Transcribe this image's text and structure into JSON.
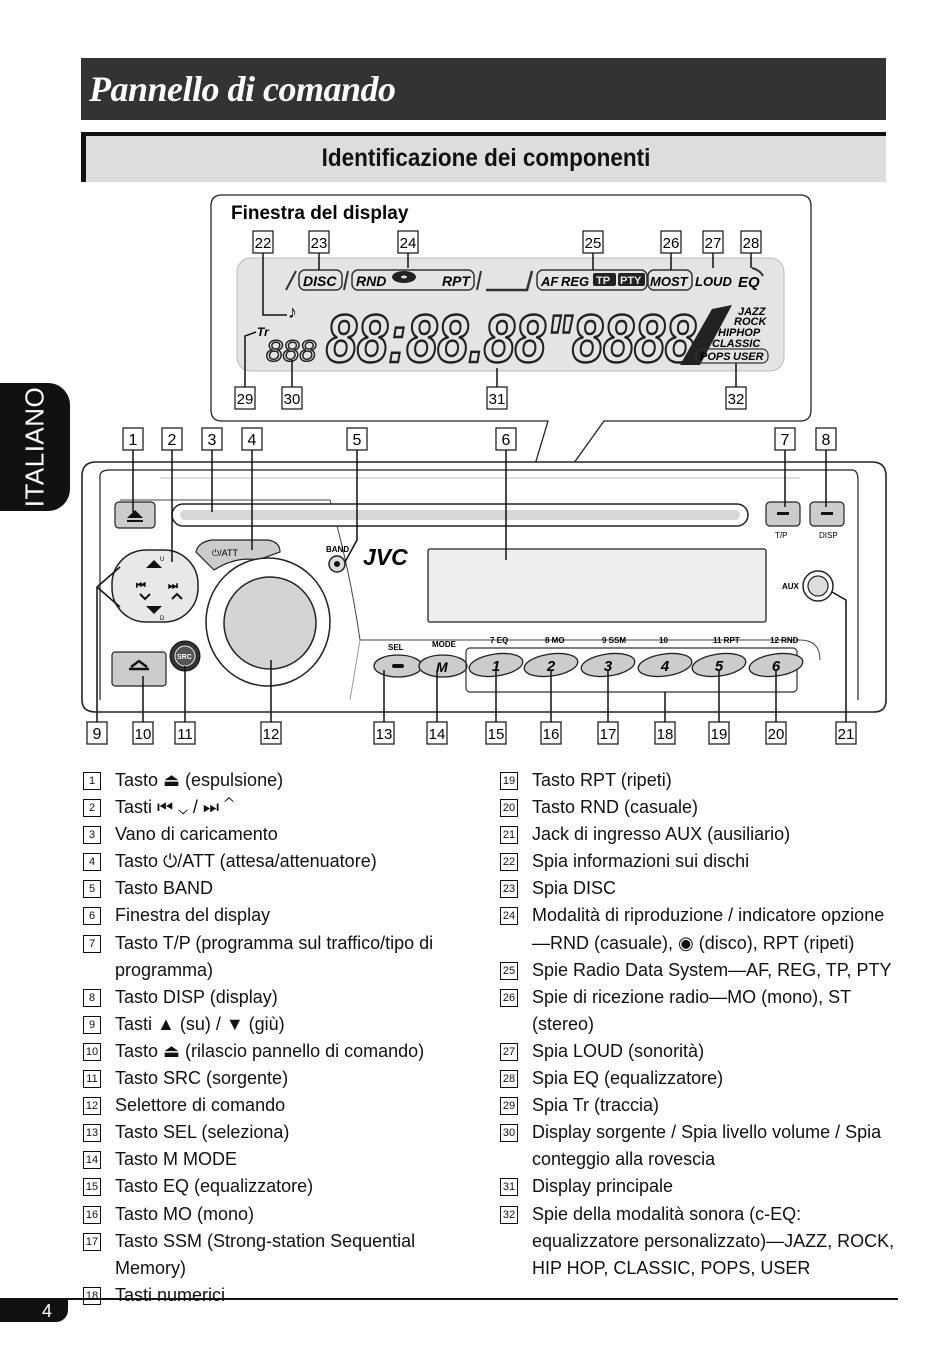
{
  "page": {
    "title": "Pannello di comando",
    "section_title": "Identificazione dei componenti",
    "side_tab": "ITALIANO",
    "page_number": "4"
  },
  "display_window": {
    "label": "Finestra del display",
    "numbers_top": [
      "22",
      "23",
      "24",
      "25",
      "26",
      "27",
      "28"
    ],
    "numbers_bottom": [
      "29",
      "30",
      "31",
      "32"
    ],
    "indicators": {
      "disc": "DISC",
      "rnd": "RND",
      "rpt": "RPT",
      "af": "AF",
      "reg": "REG",
      "tp": "TP",
      "pty": "PTY",
      "most": "MOST",
      "loud": "LOUD",
      "eq": "EQ",
      "tr": "Tr",
      "source_digits": "888",
      "main_digits": "88:88.88\"8888",
      "sound_modes": [
        "JAZZ",
        "ROCK",
        "HIPHOP",
        "CLASSIC",
        "POPS",
        "USER"
      ]
    }
  },
  "unit": {
    "numbers_top": [
      "1",
      "2",
      "3",
      "4",
      "5",
      "6",
      "7",
      "8"
    ],
    "numbers_bottom": [
      "9",
      "10",
      "11",
      "12",
      "13",
      "14",
      "15",
      "16",
      "17",
      "18",
      "19",
      "20",
      "21"
    ],
    "labels": {
      "att": "⏻/ATT",
      "band": "BAND",
      "brand": "JVC",
      "tp": "T/P",
      "disp": "DISP",
      "aux": "AUX",
      "src": "SRC",
      "sel": "SEL",
      "mode": "MODE",
      "u": "U",
      "d": "D"
    },
    "preset_labels": [
      "7 EQ",
      "8 MO",
      "9 SSM",
      "10",
      "11 RPT",
      "12 RND"
    ],
    "preset_numbers": [
      "1",
      "2",
      "3",
      "4",
      "5",
      "6"
    ],
    "m_label": "M"
  },
  "legend_left": [
    {
      "n": "1",
      "t": "Tasto ⏏ (espulsione)"
    },
    {
      "n": "2",
      "t": "Tasti ⏮ ⌄ / ⏭ ⌃"
    },
    {
      "n": "3",
      "t": "Vano di caricamento"
    },
    {
      "n": "4",
      "t": "Tasto ⏻/ATT (attesa/attenuatore)"
    },
    {
      "n": "5",
      "t": "Tasto BAND"
    },
    {
      "n": "6",
      "t": "Finestra del display"
    },
    {
      "n": "7",
      "t": "Tasto T/P (programma sul traffico/tipo di programma)"
    },
    {
      "n": "8",
      "t": "Tasto DISP (display)"
    },
    {
      "n": "9",
      "t": "Tasti ▲ (su) / ▼ (giù)"
    },
    {
      "n": "10",
      "t": "Tasto ⏏ (rilascio pannello di comando)"
    },
    {
      "n": "11",
      "t": "Tasto SRC (sorgente)"
    },
    {
      "n": "12",
      "t": "Selettore di comando"
    },
    {
      "n": "13",
      "t": "Tasto SEL (seleziona)"
    },
    {
      "n": "14",
      "t": "Tasto M MODE"
    },
    {
      "n": "15",
      "t": "Tasto EQ (equalizzatore)"
    },
    {
      "n": "16",
      "t": "Tasto MO (mono)"
    },
    {
      "n": "17",
      "t": "Tasto SSM (Strong-station Sequential Memory)"
    },
    {
      "n": "18",
      "t": "Tasti numerici"
    }
  ],
  "legend_right": [
    {
      "n": "19",
      "t": "Tasto RPT (ripeti)"
    },
    {
      "n": "20",
      "t": "Tasto RND (casuale)"
    },
    {
      "n": "21",
      "t": "Jack di ingresso AUX (ausiliario)"
    },
    {
      "n": "22",
      "t": "Spia informazioni sui dischi"
    },
    {
      "n": "23",
      "t": "Spia DISC"
    },
    {
      "n": "24",
      "t": "Modalità di riproduzione / indicatore opzione—RND (casuale), ◉ (disco), RPT (ripeti)"
    },
    {
      "n": "25",
      "t": "Spie Radio Data System—AF, REG, TP, PTY"
    },
    {
      "n": "26",
      "t": "Spie di ricezione radio—MO (mono), ST (stereo)"
    },
    {
      "n": "27",
      "t": "Spia LOUD (sonorità)"
    },
    {
      "n": "28",
      "t": "Spia EQ (equalizzatore)"
    },
    {
      "n": "29",
      "t": "Spia Tr (traccia)"
    },
    {
      "n": "30",
      "t": "Display sorgente / Spia livello volume / Spia conteggio alla rovescia"
    },
    {
      "n": "31",
      "t": "Display principale"
    },
    {
      "n": "32",
      "t": "Spie della modalità sonora (c-EQ: equalizzatore personalizzato)—JAZZ, ROCK, HIP HOP, CLASSIC, POPS, USER"
    }
  ]
}
